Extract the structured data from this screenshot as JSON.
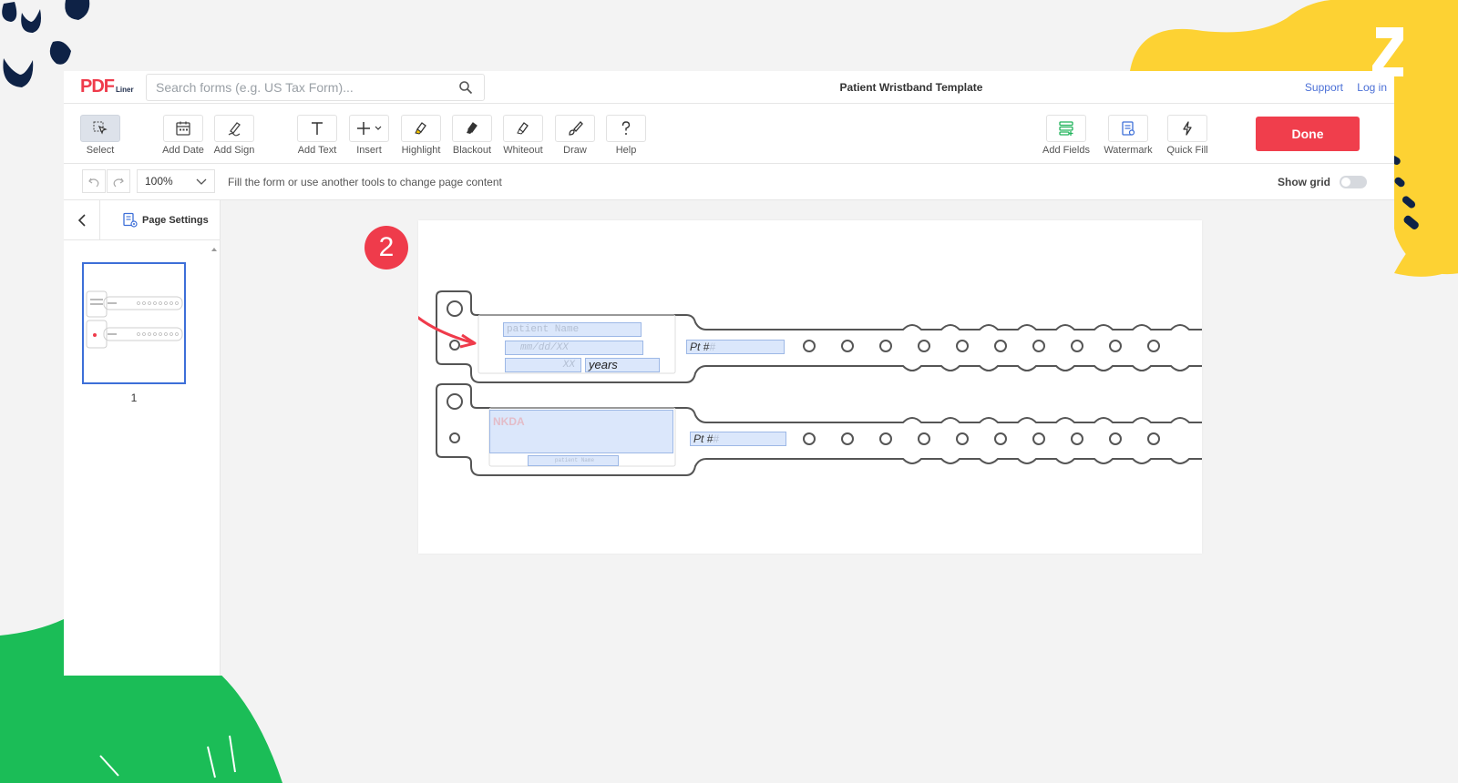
{
  "header": {
    "logo_main": "PDF",
    "logo_sub": "Liner",
    "search_placeholder": "Search forms (e.g. US Tax Form)...",
    "document_title": "Patient Wristband Template",
    "support_label": "Support",
    "login_label": "Log in"
  },
  "toolbar": {
    "tools": {
      "select": "Select",
      "add_date": "Add Date",
      "add_sign": "Add Sign",
      "add_text": "Add Text",
      "insert": "Insert",
      "highlight": "Highlight",
      "blackout": "Blackout",
      "whiteout": "Whiteout",
      "draw": "Draw",
      "help": "Help",
      "add_fields": "Add Fields",
      "watermark": "Watermark",
      "quick_fill": "Quick Fill"
    },
    "done_label": "Done"
  },
  "subbar": {
    "zoom": "100%",
    "hint": "Fill the form or use another tools to change page content",
    "show_grid_label": "Show grid",
    "show_grid": false
  },
  "sidebar": {
    "page_settings_label": "Page Settings",
    "pages": [
      "1"
    ]
  },
  "document": {
    "step_number": "2",
    "band1": {
      "patient_name": "patient Name",
      "dob": "mm/dd/XX",
      "age": "XX",
      "age_unit": "years",
      "pt_label": "Pt #",
      "pt_value": "#"
    },
    "band2": {
      "allergy": "NKDA",
      "patient_name": "patient Name",
      "pt_label": "Pt #",
      "pt_value": "#"
    }
  },
  "colors": {
    "accent_red": "#ef3b4b",
    "link_blue": "#4a6fd6",
    "field_fill": "#dbe7fb",
    "deco_green": "#1bbd57",
    "deco_yellow": "#fdd233",
    "deco_navy": "#0e2246"
  }
}
